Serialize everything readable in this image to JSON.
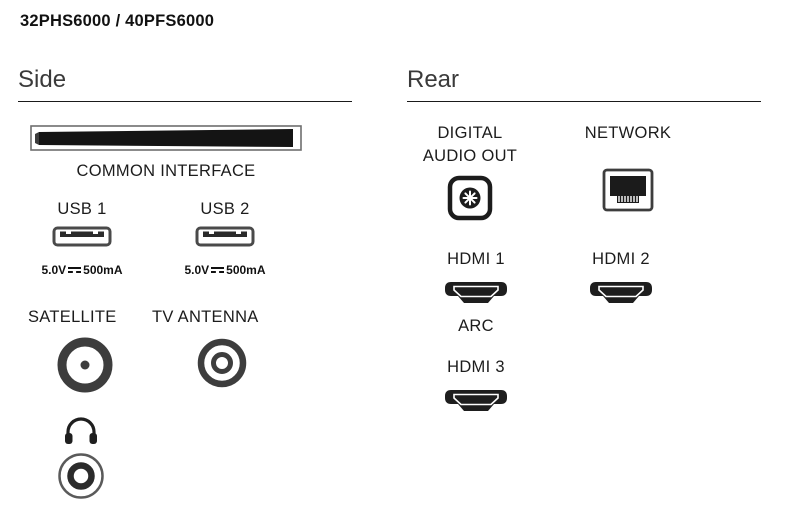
{
  "page": {
    "title": "32PHS6000 / 40PFS6000"
  },
  "side": {
    "heading": "Side",
    "common_interface": {
      "label": "COMMON INTERFACE"
    },
    "usb1": {
      "label": "USB 1",
      "voltage": "5.0V",
      "current": "500mA"
    },
    "usb2": {
      "label": "USB 2",
      "voltage": "5.0V",
      "current": "500mA"
    },
    "satellite": {
      "label": "SATELLITE"
    },
    "tv_antenna": {
      "label": "TV ANTENNA"
    }
  },
  "rear": {
    "heading": "Rear",
    "digital_audio_out": {
      "line1": "DIGITAL",
      "line2": "AUDIO OUT"
    },
    "network": {
      "label": "NETWORK"
    },
    "hdmi1": {
      "label": "HDMI 1",
      "sublabel": "ARC"
    },
    "hdmi2": {
      "label": "HDMI 2"
    },
    "hdmi3": {
      "label": "HDMI 3"
    }
  },
  "colors": {
    "ink": "#1a1a1a",
    "heading": "#3a3a3a",
    "connector": "#1e1e1e",
    "background": "#ffffff"
  }
}
